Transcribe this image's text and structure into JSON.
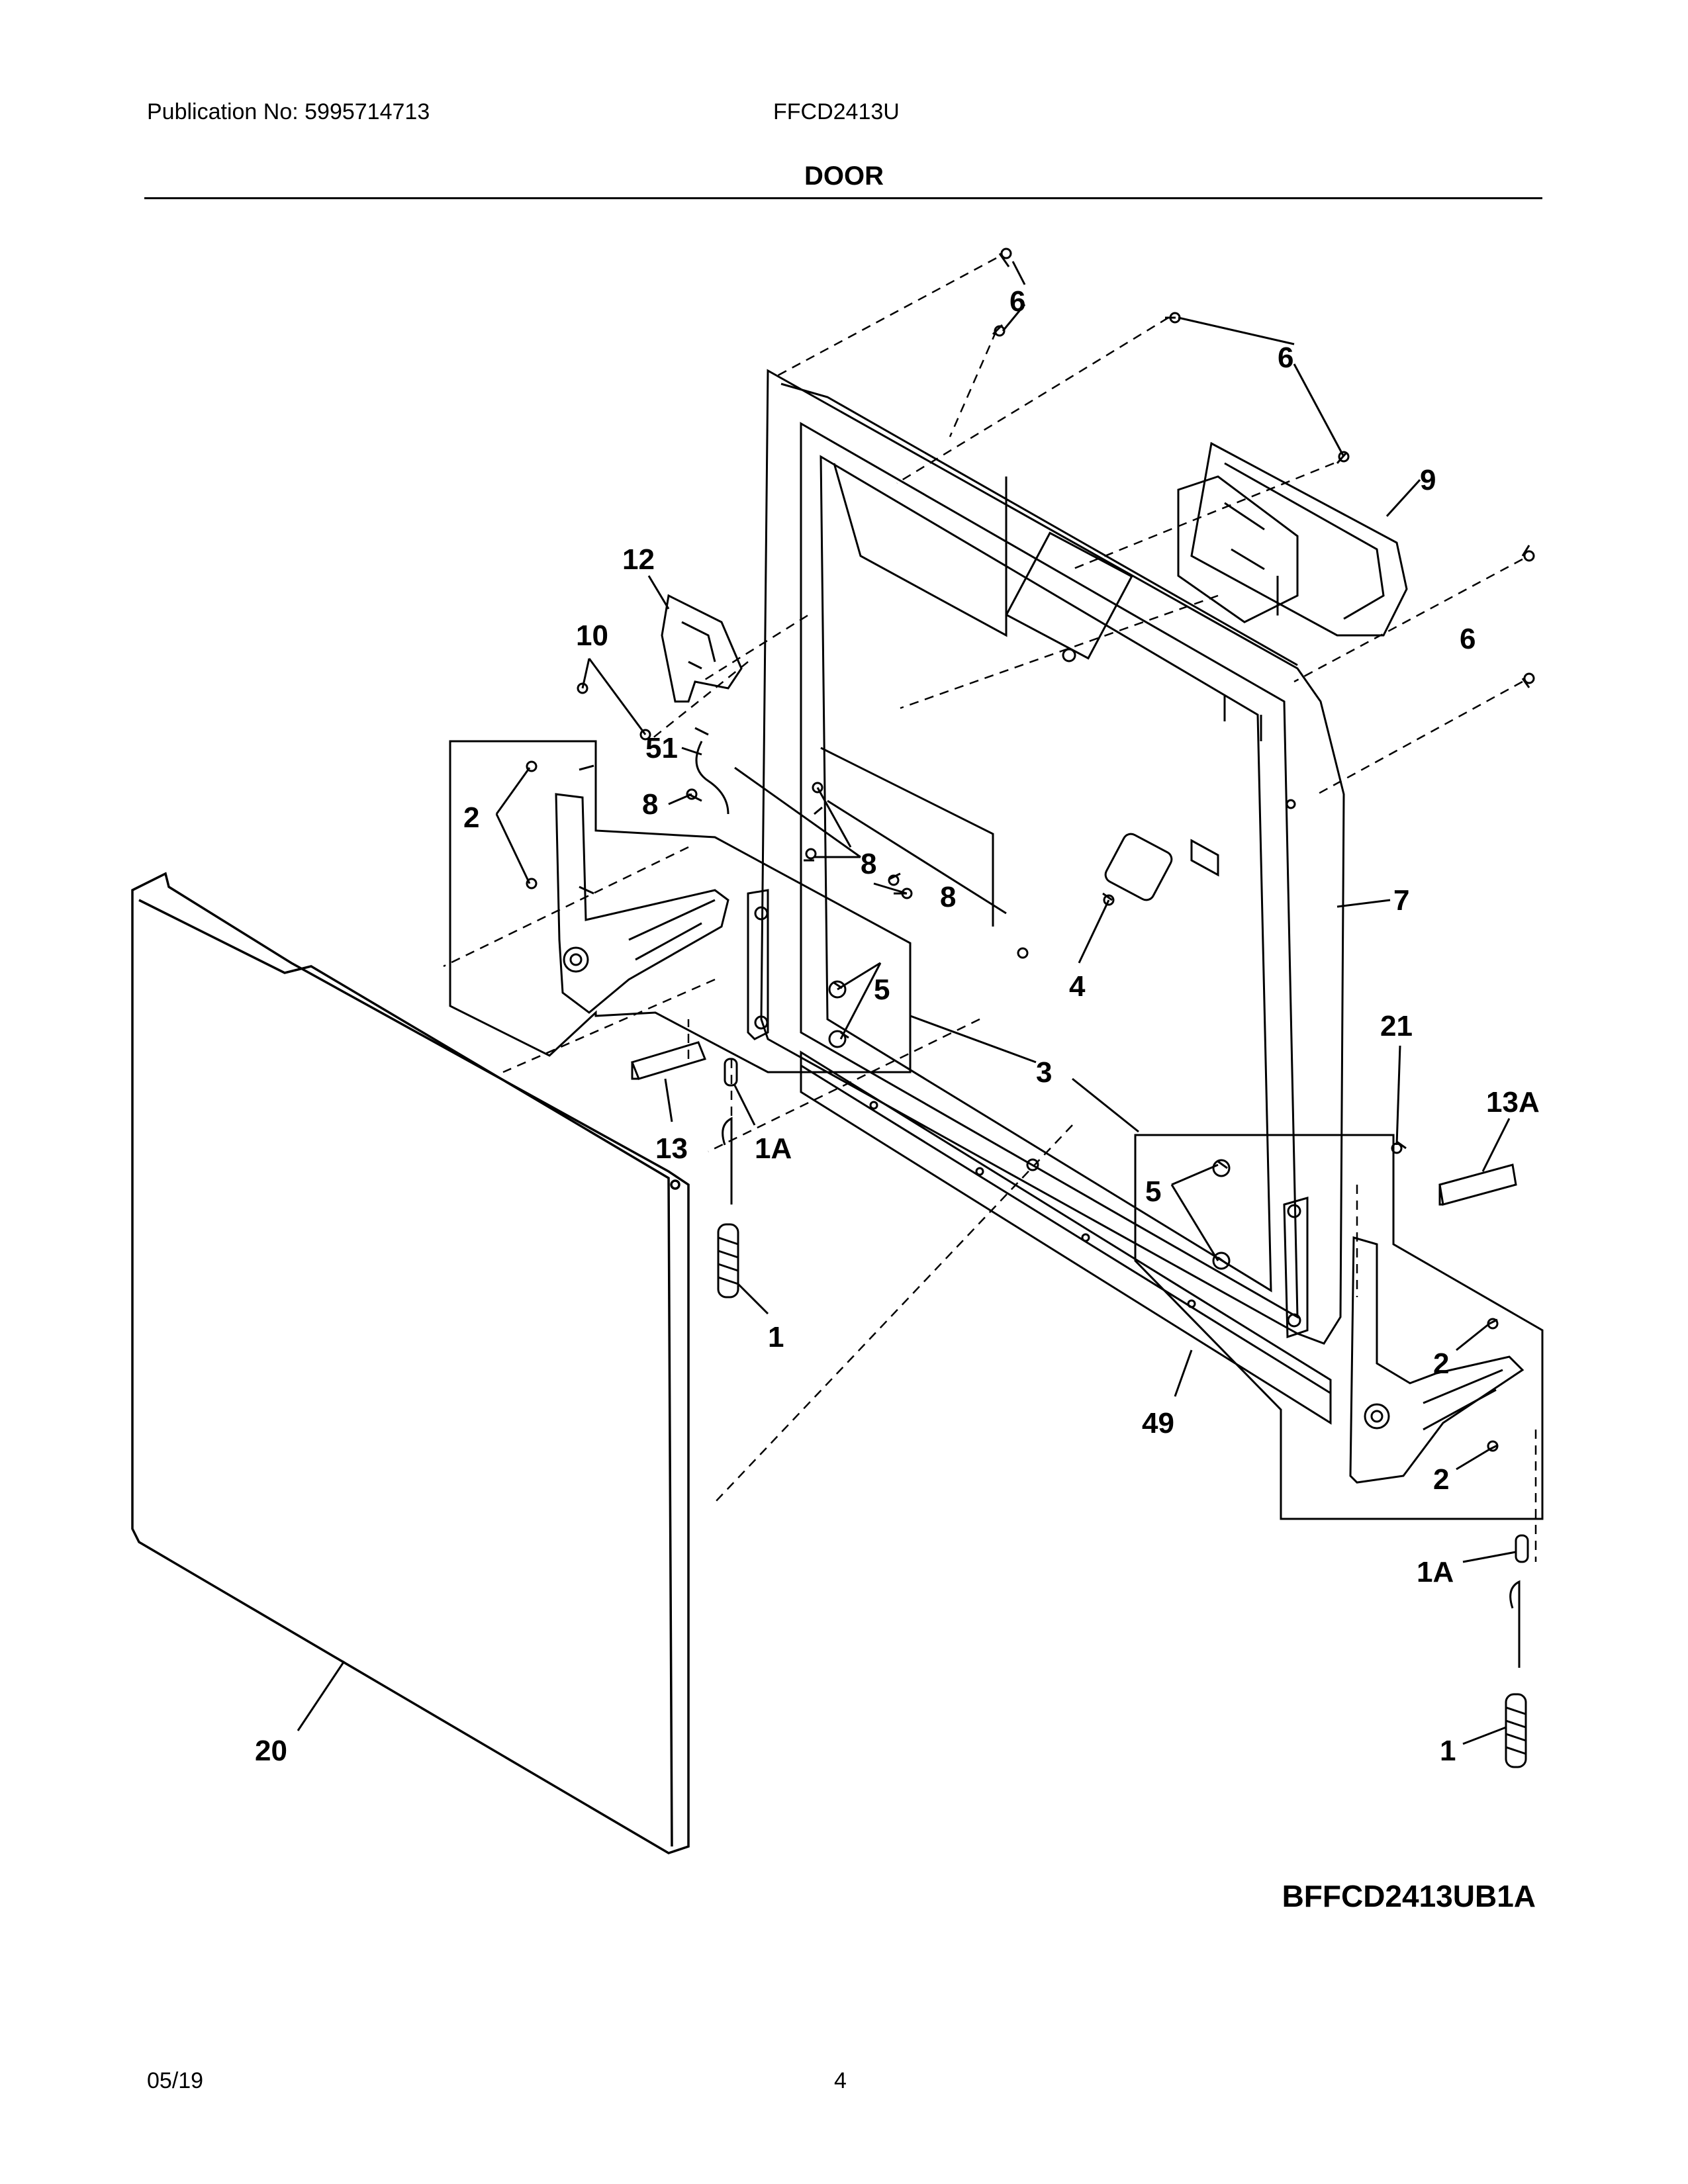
{
  "header": {
    "publication": "Publication No: 5995714713",
    "model": "FFCD2413U",
    "section_title": "DOOR"
  },
  "callouts": [
    "6",
    "6",
    "6",
    "9",
    "12",
    "10",
    "51",
    "2",
    "8",
    "8",
    "8",
    "5",
    "7",
    "4",
    "21",
    "3",
    "13A",
    "13",
    "1A",
    "5",
    "1",
    "2",
    "2",
    "49",
    "1A",
    "1",
    "20"
  ],
  "figure_code": "BFFCD2413UB1A",
  "footer": {
    "date": "05/19",
    "page": "4"
  }
}
